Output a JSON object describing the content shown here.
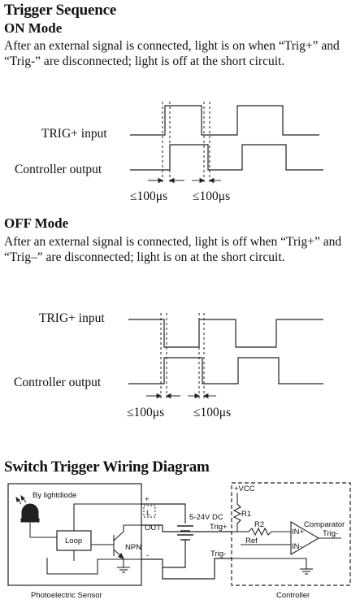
{
  "title": "Trigger Sequence",
  "on_mode": {
    "heading": "ON Mode",
    "description": "After an external signal is connected, light is on when “Trig+” and “Trig-” are disconnected; light is off at the short circuit.",
    "trig_label": "TRIG+ input",
    "output_label": "Controller output",
    "delay1": "≤100μs",
    "delay2": "≤100μs"
  },
  "off_mode": {
    "heading": "OFF Mode",
    "description": "After an external signal is connected, light is off when “Trig+” and “Trig–” are disconnected; light is on at the short circuit.",
    "trig_label": "TRIG+ input",
    "output_label": "Controller output",
    "delay1": "≤100μs",
    "delay2": "≤100μs"
  },
  "wiring": {
    "heading": "Switch Trigger Wiring Diagram",
    "sensor_caption": "Photoelectric Sensor",
    "controller_caption": "Controller",
    "light_diode_label": "By lightdiode",
    "loop_label": "Loop",
    "npn_label": "NPN",
    "plus_label": "+",
    "l_label": "L",
    "out_label": "OUT",
    "minus_label": "-",
    "supply_label": "5-24V DC",
    "trig_plus_label": "Trig+",
    "trig_minus_label": "Trig-",
    "vcc_label": "+VCC",
    "r1_label": "R1",
    "r2_label": "R2",
    "ref_label": "Ref",
    "in_plus_label": "IN+",
    "in_minus_label": "IN-",
    "comparator_label": "Comparator",
    "comparator_out_label": "Trig-"
  }
}
